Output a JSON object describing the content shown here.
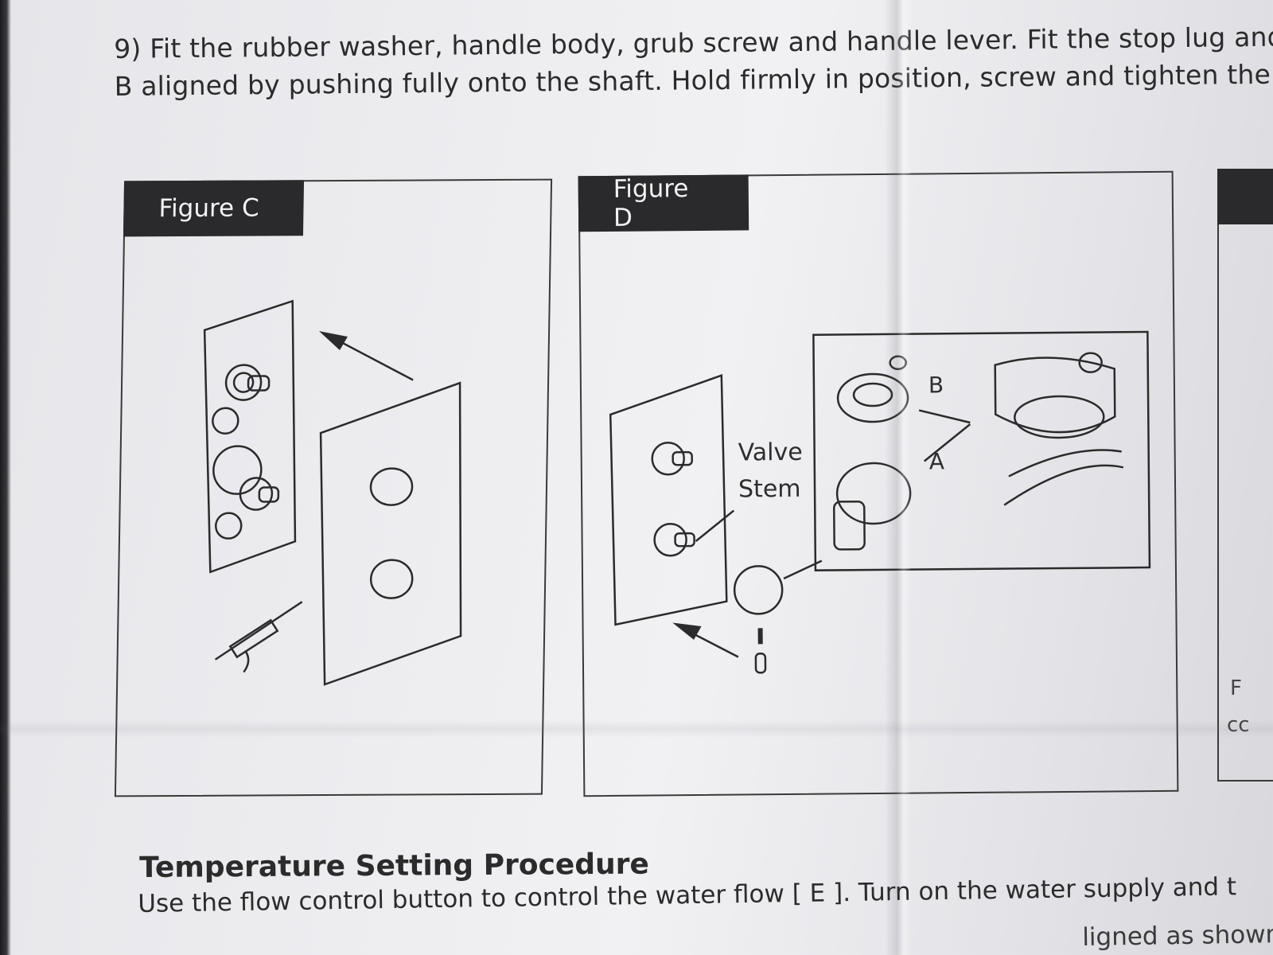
{
  "instruction": {
    "line1": "9) Fit the rubber washer, handle body, grub screw and handle lever.  Fit the stop lug and",
    "line2": "B aligned by pushing fully onto the shaft. Hold firmly in position, screw and tighten the ha"
  },
  "figures": {
    "figure_c": {
      "label": "Figure C"
    },
    "figure_d": {
      "label": "Figure D",
      "valve_label_1": "Valve",
      "valve_label_2": "Stem",
      "callout_b": "B",
      "callout_a": "A"
    },
    "figure_e_peek": {
      "text_1": "F",
      "text_2": "cc"
    }
  },
  "section": {
    "heading": "Temperature Setting Procedure",
    "line1": "Use the flow control button to control the water flow [ E ]. Turn on the water supply and t",
    "line2_fragment": "ligned as shown [ D"
  },
  "colors": {
    "ink": "#2b2b2b",
    "tab_fill": "#2a2a2c",
    "paper": "#ececef"
  }
}
